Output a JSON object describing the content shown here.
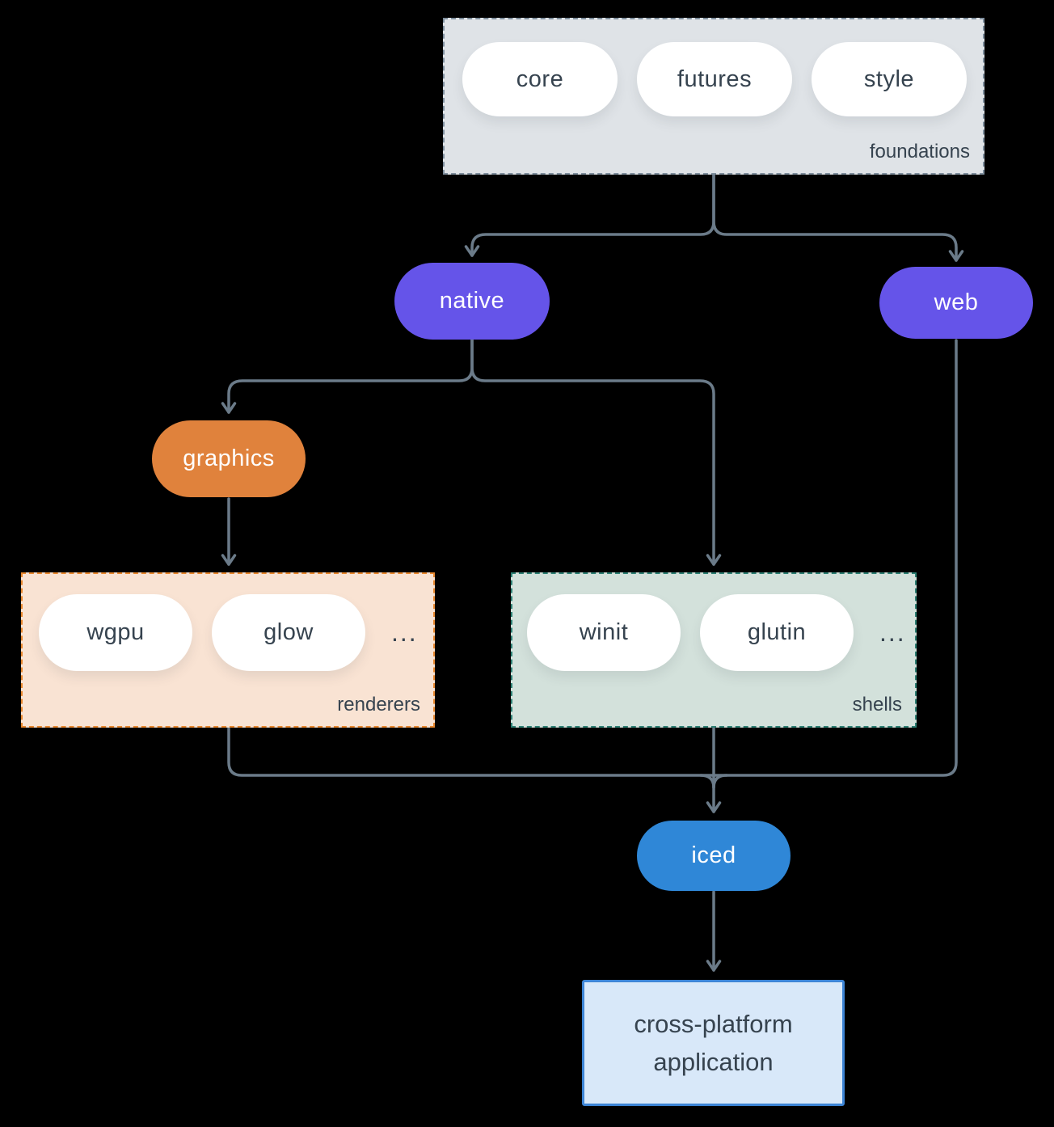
{
  "colors": {
    "background": "#000000",
    "line": "#6b7b89",
    "purple": "#6554e9",
    "orange": "#e0823c",
    "blue": "#2f87d7",
    "pill-bg": "#ffffff",
    "dark-text": "#36434f",
    "foundations-fill": "#dfe3e7",
    "foundations-border": "#7e8e9d",
    "renderers-fill": "#f9e3d3",
    "renderers-border": "#e8882f",
    "shells-fill": "#d3e1db",
    "shells-border": "#2e8074",
    "app-fill": "#d8e8f9",
    "app-border": "#3d85d6"
  },
  "groups": {
    "foundations": {
      "label": "foundations",
      "pills": [
        "core",
        "futures",
        "style"
      ]
    },
    "renderers": {
      "label": "renderers",
      "pills": [
        "wgpu",
        "glow"
      ],
      "more": "..."
    },
    "shells": {
      "label": "shells",
      "pills": [
        "winit",
        "glutin"
      ],
      "more": "..."
    }
  },
  "nodes": {
    "native": {
      "label": "native"
    },
    "web": {
      "label": "web"
    },
    "graphics": {
      "label": "graphics"
    },
    "iced": {
      "label": "iced"
    },
    "app": {
      "lines": [
        "cross-platform",
        "application"
      ]
    }
  }
}
